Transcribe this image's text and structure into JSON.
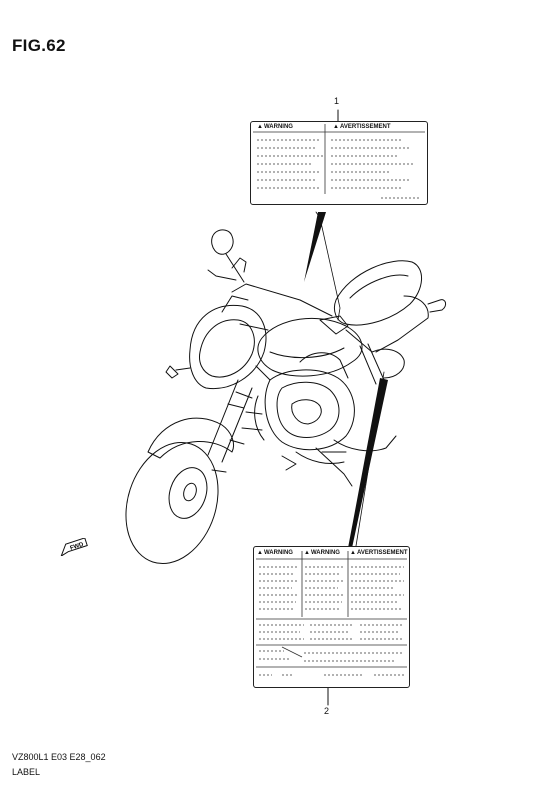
{
  "figure": {
    "title": "FIG.62"
  },
  "callouts": {
    "item1": "1",
    "item2": "2"
  },
  "label1": {
    "header_left": "WARNING",
    "header_right": "AVERTISSEMENT"
  },
  "label2": {
    "header_1": "WARNING",
    "header_2": "WARNING",
    "header_3": "AVERTISSEMENT"
  },
  "direction": {
    "text": "FWD"
  },
  "footer": {
    "code": "VZ800L1 E03 E28_062",
    "name": "LABEL"
  }
}
